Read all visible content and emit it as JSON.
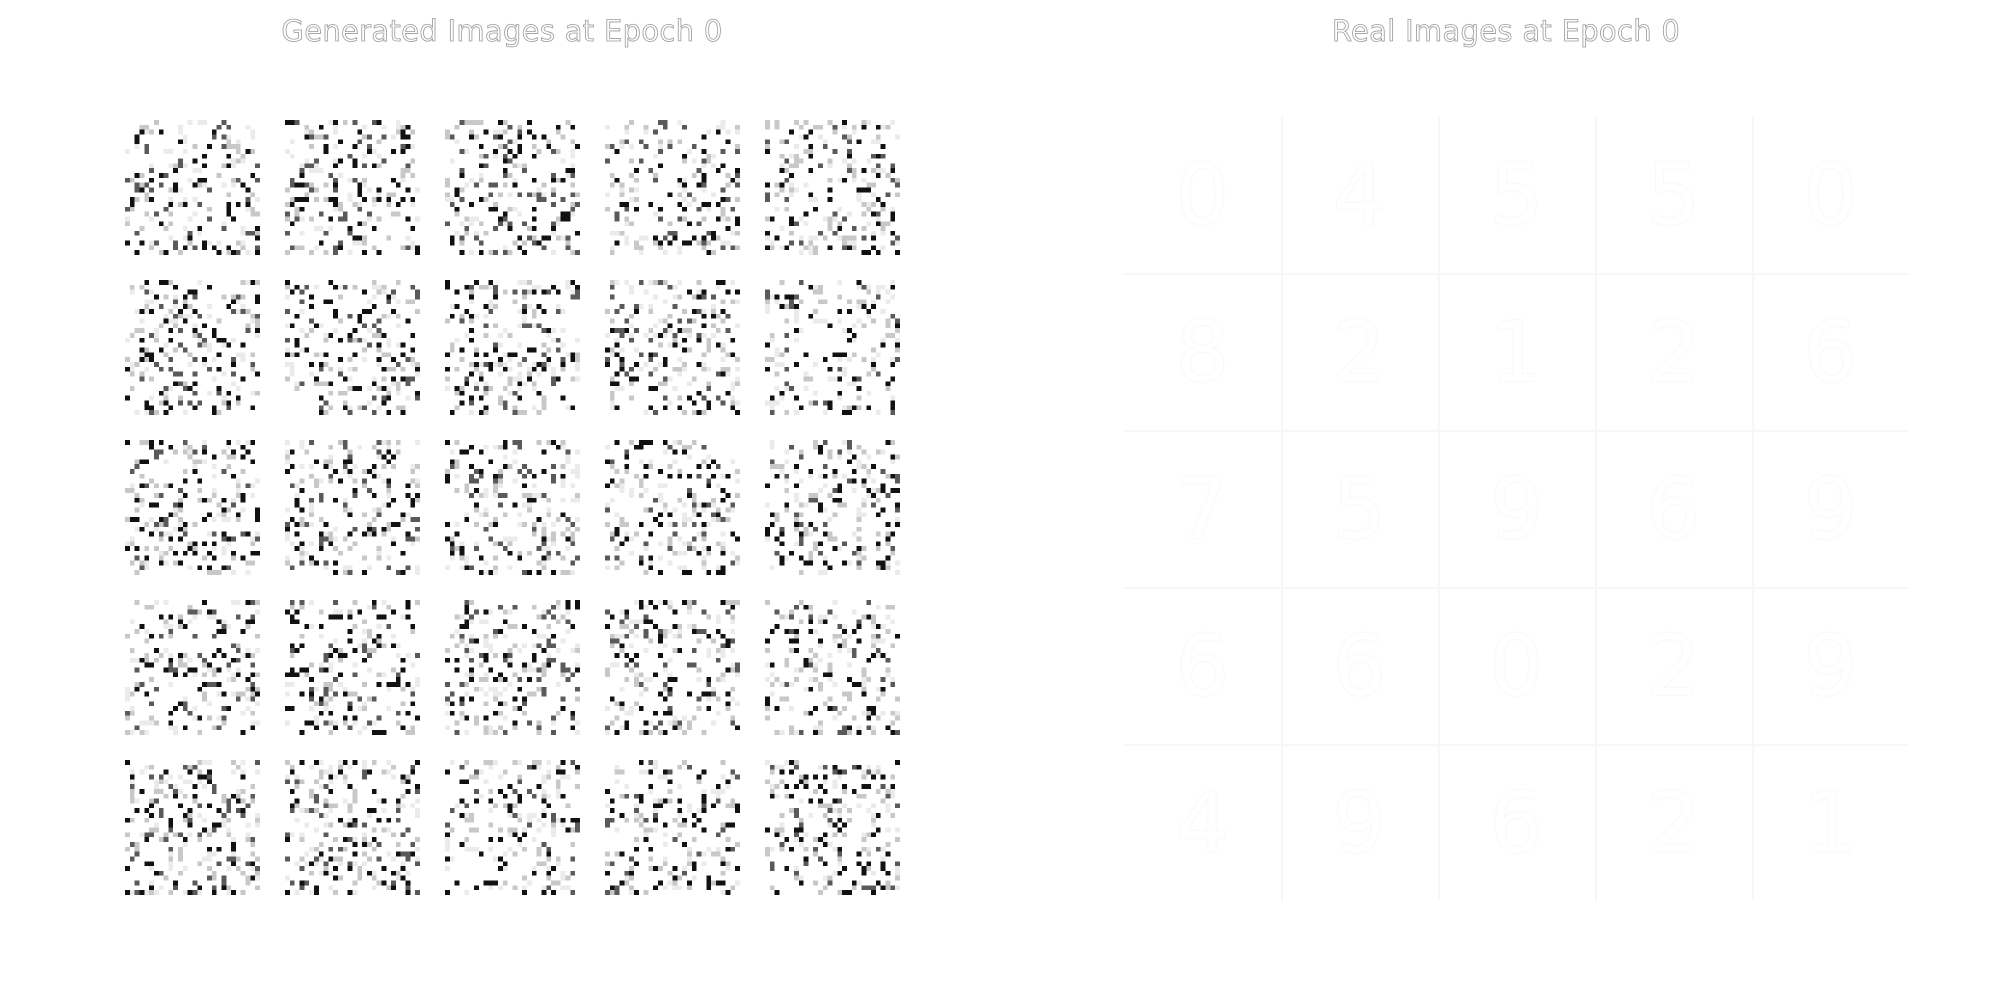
{
  "panels": {
    "generated": {
      "title": "Generated Images at Epoch 0",
      "rows": 5,
      "cols": 5,
      "image_content": "random noise pixels"
    },
    "real": {
      "title": "Real Images at Epoch 0",
      "rows": 5,
      "cols": 5,
      "digits": [
        [
          "0",
          "4",
          "5",
          "5",
          "0"
        ],
        [
          "8",
          "2",
          "1",
          "2",
          "6"
        ],
        [
          "7",
          "5",
          "9",
          "6",
          "9"
        ],
        [
          "6",
          "6",
          "0",
          "2",
          "9"
        ],
        [
          "4",
          "9",
          "6",
          "2",
          "1"
        ]
      ]
    }
  },
  "colors": {
    "background": "#ffffff",
    "title_text": "#9a9a9a",
    "noise_dark": "#111111"
  }
}
